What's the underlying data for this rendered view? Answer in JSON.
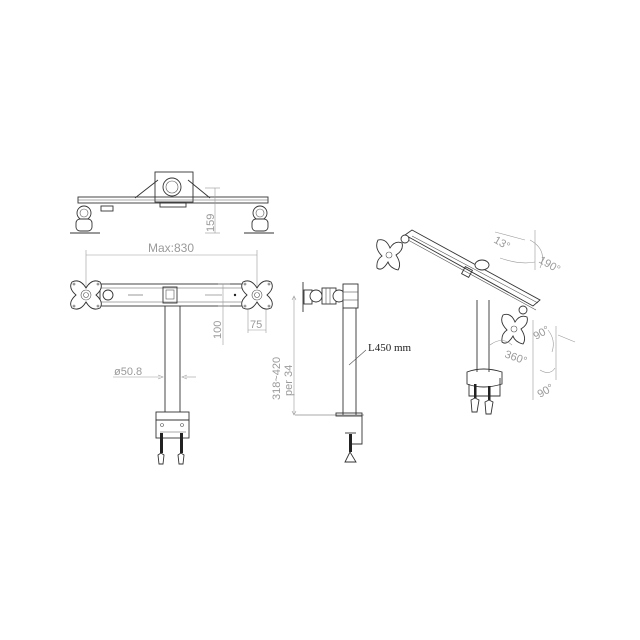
{
  "diagram": {
    "subject": "dual monitor desk mount technical drawing",
    "colors": {
      "line": "#333333",
      "dimension": "#9a9a9a",
      "background": "#ffffff",
      "label": "#222222"
    },
    "views": {
      "top_view": {
        "dimensions": {
          "height": "159"
        }
      },
      "front_view": {
        "dimensions": {
          "max_width": "Max:830",
          "arm_offset": "100",
          "vesa": "75",
          "pole_diameter": "ø50.8"
        }
      },
      "side_view": {
        "dimensions": {
          "height_range": "318~420",
          "height_note": "per 34",
          "pole_length": "L450 mm"
        }
      },
      "isometric_view": {
        "angles": {
          "tilt_up": "13°",
          "swivel": "190°",
          "tilt": "90°",
          "rotation": "360°",
          "pivot": "90°"
        }
      }
    }
  }
}
